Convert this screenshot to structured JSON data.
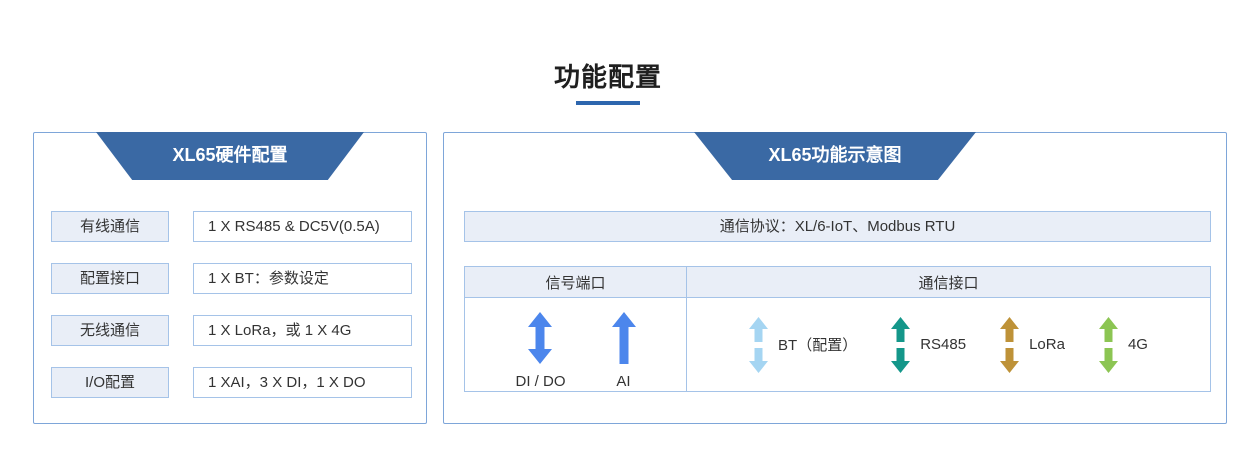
{
  "page": {
    "title": "功能配置"
  },
  "colors": {
    "header_blue": "#3a69a4",
    "underline_blue": "#2d66ae",
    "panel_border": "#7ea6d9",
    "box_border": "#a5c3e8",
    "box_fill": "#e9eef7"
  },
  "left_panel": {
    "header": "XL65硬件配置",
    "rows": [
      {
        "label": "有线通信",
        "value": "1 X RS485 & DC5V(0.5A)"
      },
      {
        "label": "配置接口",
        "value": "1 X BT：参数设定"
      },
      {
        "label": "无线通信",
        "value": "1 X LoRa，或 1 X 4G"
      },
      {
        "label": "I/O配置",
        "value": "1 XAI，3 X DI，1 X DO"
      }
    ]
  },
  "right_panel": {
    "header": "XL65功能示意图",
    "protocol_bar": "通信协议：XL/6-IoT、Modbus RTU",
    "table": {
      "columns": [
        "信号端口",
        "通信接口"
      ],
      "signal_ports": [
        {
          "label": "DI / DO",
          "arrow": "double-headed",
          "color": "#4c86ec"
        },
        {
          "label": "AI",
          "arrow": "up",
          "color": "#4c86ec"
        }
      ],
      "comm_interfaces": [
        {
          "label": "BT（配置）",
          "arrow": "split-double",
          "color": "#a5d5f2"
        },
        {
          "label": "RS485",
          "arrow": "split-double",
          "color": "#14978a"
        },
        {
          "label": "LoRa",
          "arrow": "split-double",
          "color": "#be9238"
        },
        {
          "label": "4G",
          "arrow": "split-double",
          "color": "#8cc553"
        }
      ]
    }
  }
}
